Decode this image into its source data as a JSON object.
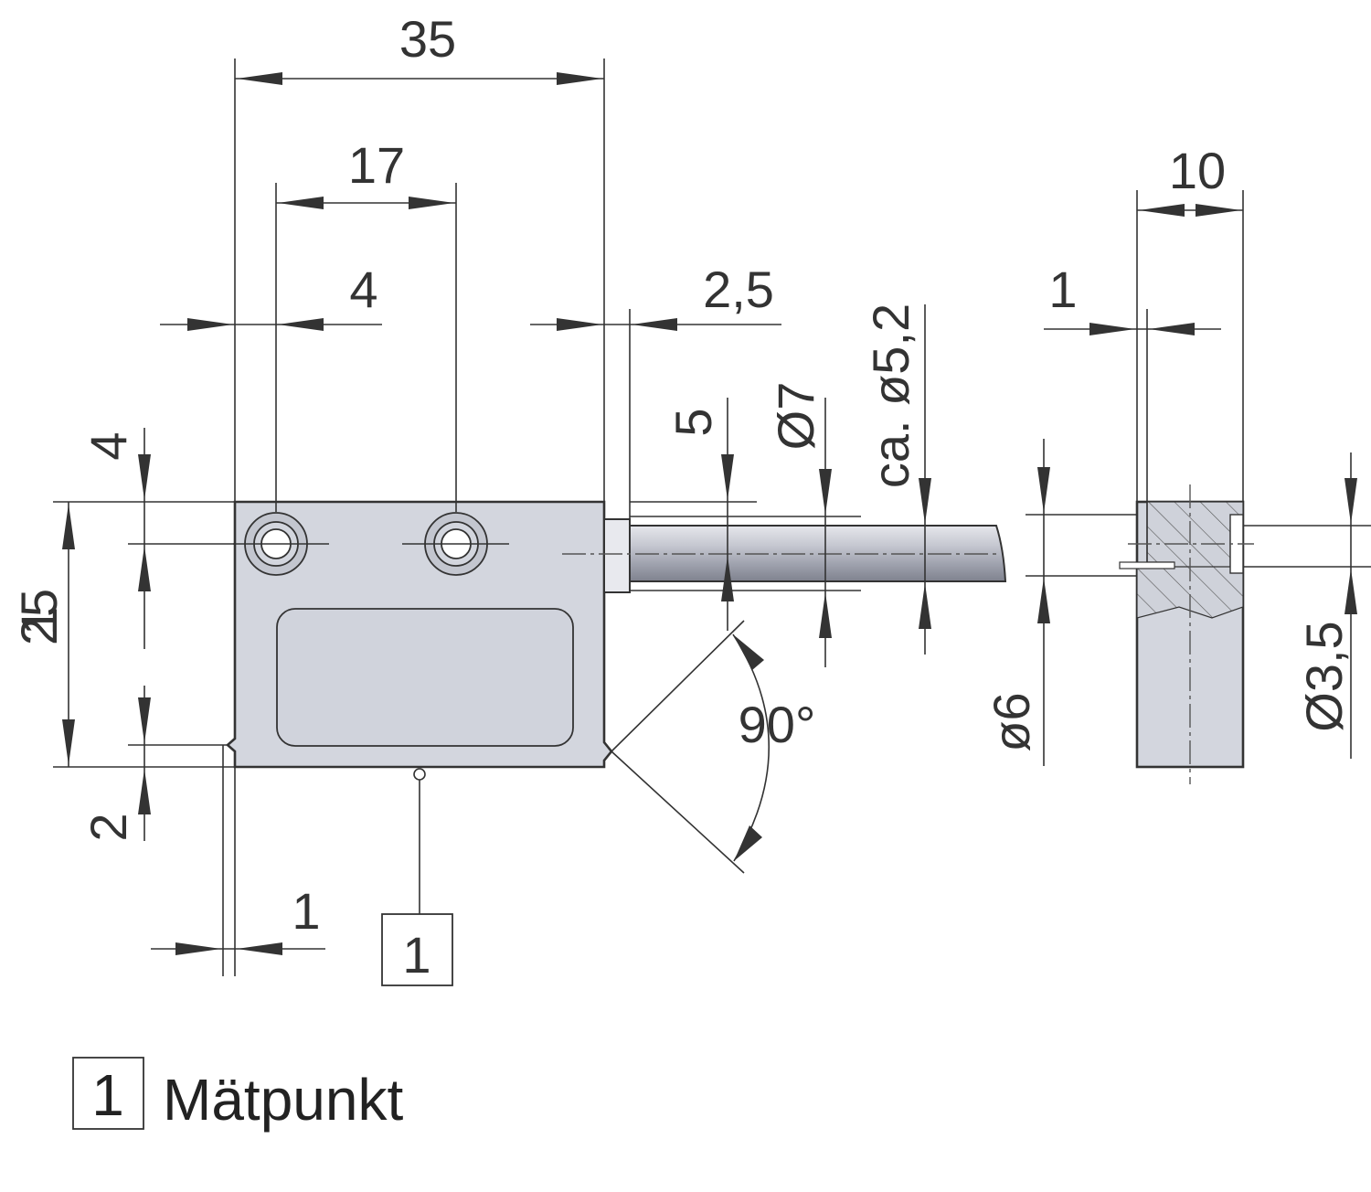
{
  "dimensions": {
    "width_35": "35",
    "hole_spacing_17": "17",
    "hole_offset_4": "4",
    "collar_2_5": "2,5",
    "cable_dist_5": "5",
    "dia_7": "Ø7",
    "dia_5_2": "ca. ø5,2",
    "depth_10": "10",
    "wall_1": "1",
    "height_4": "4",
    "height_25": "25",
    "height_1": "1",
    "notch_2": "2",
    "notch_1": "1",
    "angle_90": "90°",
    "dia_6": "ø6",
    "dia_3_5": "Ø3,5"
  },
  "callout": {
    "number": "1"
  },
  "legend": {
    "number": "1",
    "text": "Mätpunkt"
  },
  "colors": {
    "body_fill": "#d3d6de",
    "cable_light": "#d9dbe2",
    "cable_dark": "#8b8e9a",
    "line": "#333333"
  }
}
